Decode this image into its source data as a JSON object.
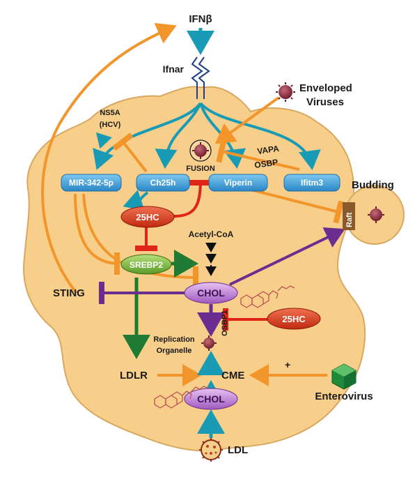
{
  "labels": {
    "ifnb": "IFNβ",
    "ifnar": "Ifnar",
    "enveloped": "Enveloped",
    "viruses": "Viruses",
    "ns5a": "NS5A",
    "hcv": "(HCV)",
    "fusion": "FUSION",
    "vapa": "VAPA",
    "osbp": "OSBP",
    "budding": "Budding",
    "raft": "Raft",
    "acetyl": "Acetyl-CoA",
    "sting": "STING",
    "osbp1": "OSBP1",
    "replication": "Replication",
    "organelle": "Organelle",
    "ldlr": "LDLR",
    "cme": "CME",
    "plus": "+",
    "enterovirus": "Enterovirus",
    "ldl": "LDL"
  },
  "nodes": {
    "mir": "MIR-342-5p",
    "ch25h": "Ch25h",
    "viperin": "Viperin",
    "ifitm3": "Ifitm3",
    "hc_top": "25HC",
    "srebp2": "SREBP2",
    "chol_top": "CHOL",
    "hc_right": "25HC",
    "chol_bottom": "CHOL"
  },
  "colors": {
    "cell_fill": "#f7cf8a",
    "cell_stroke": "#d9a860",
    "teal": "#1a9bb5",
    "orange": "#f2962b",
    "red": "#e02418",
    "green": "#1f7a33",
    "purple": "#6b2d8f",
    "blue_pill": "#3aa0d8",
    "red_pill": "#d8421e",
    "green_pill": "#78b83a",
    "purple_pill": "#b86fd0",
    "virus": "#8a2a3a",
    "raft": "#8b5a2b",
    "enterovirus": "#1f8a3a"
  },
  "icons": [
    "virus-icon",
    "receptor-icon",
    "sterol-icon",
    "ldl-particle-icon",
    "enterovirus-icon"
  ]
}
